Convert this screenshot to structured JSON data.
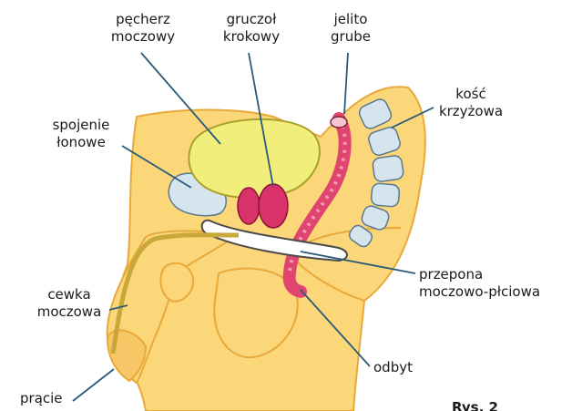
{
  "labels": {
    "bladder": [
      "pęcherz",
      "moczowy"
    ],
    "prostate": [
      "gruczoł",
      "krokowy"
    ],
    "colon": [
      "jelito",
      "grube"
    ],
    "sacrum": [
      "kość",
      "krzyżowa"
    ],
    "symphysis": [
      "spojenie",
      "łonowe"
    ],
    "urethra": [
      "cewka",
      "moczowa"
    ],
    "penis": [
      "prącie"
    ],
    "diaphragm": [
      "przepona",
      "moczowo-płciowa"
    ],
    "anus": [
      "odbyt"
    ]
  },
  "caption": "Rys. 2",
  "colors": {
    "skin": "#fbd77a",
    "skin_dark": "#e8a93a",
    "bladder": "#f2ee7c",
    "bone": "#d6e4ee",
    "prostate": "#d9326b",
    "colon": "#e0456f",
    "outline": "#3a3a3a"
  }
}
